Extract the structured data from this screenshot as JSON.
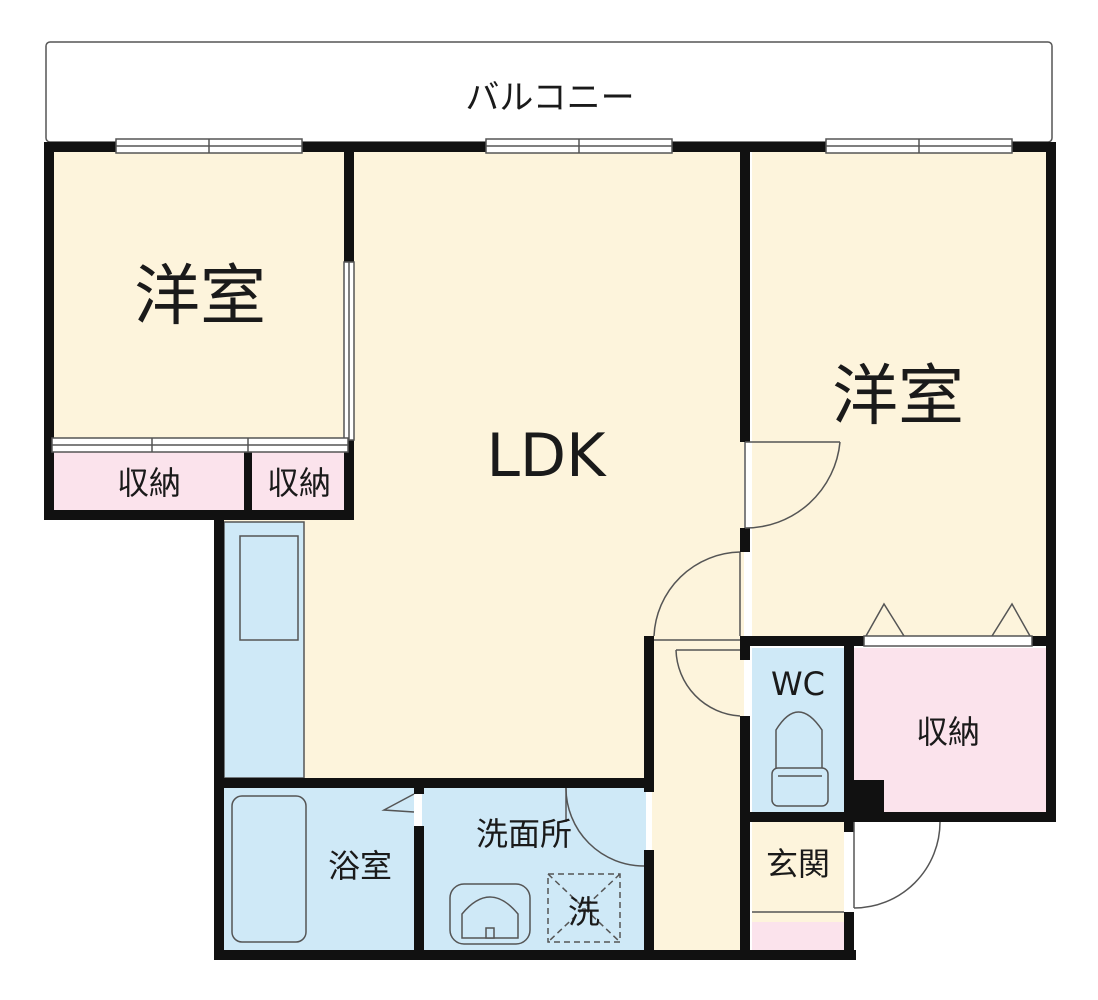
{
  "labels": {
    "balcony": "バルコニー",
    "western_room_left": "洋室",
    "western_room_right": "洋室",
    "ldk": "LDK",
    "storage_left_1": "収納",
    "storage_left_2": "収納",
    "storage_right": "収納",
    "wc": "WC",
    "bathroom": "浴室",
    "washroom": "洗面所",
    "washer_space": "洗",
    "entrance": "玄関"
  },
  "colors": {
    "wall": "#111111",
    "room_floor": "#fdf4dc",
    "water_area": "#cfe9f7",
    "storage": "#fbe3ec",
    "balcony_floor": "#ffffff",
    "thin_line": "#555555"
  }
}
